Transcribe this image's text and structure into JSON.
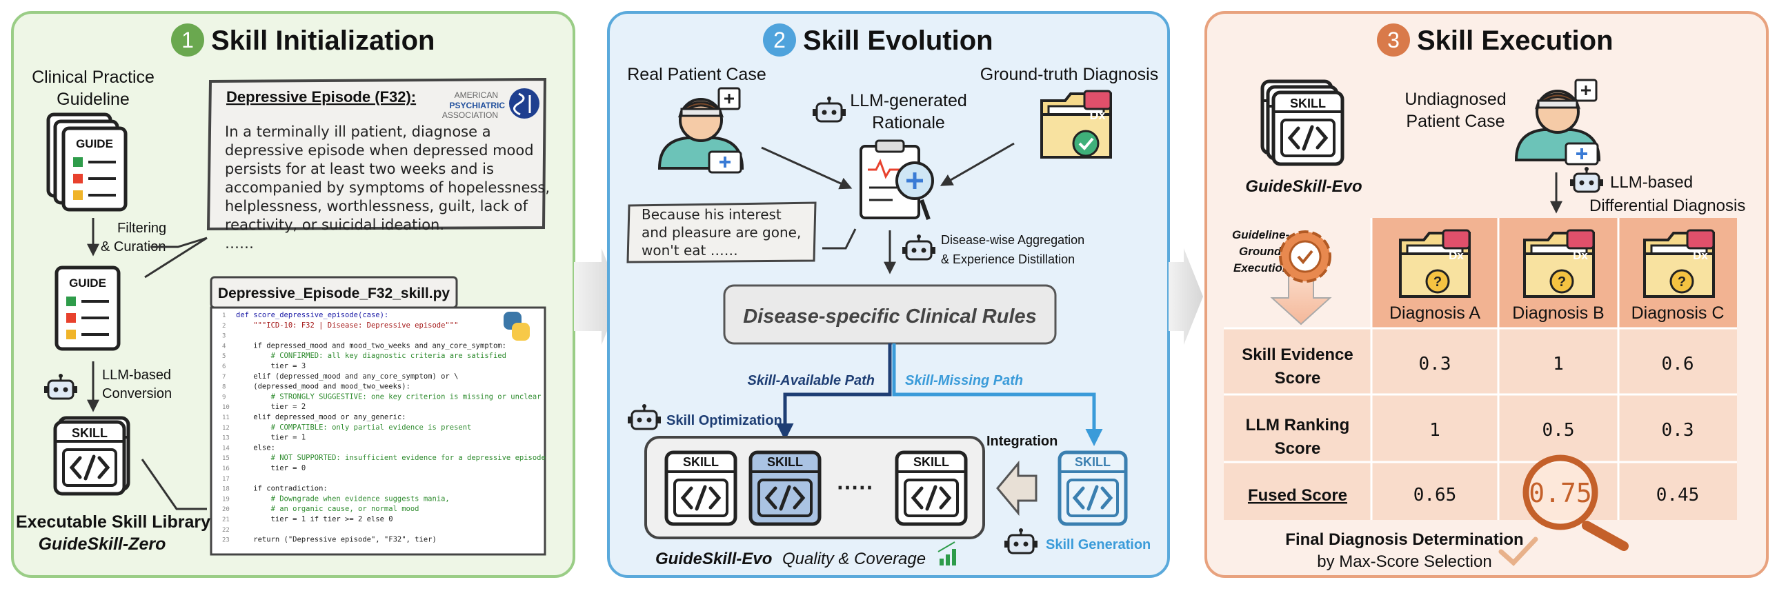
{
  "panel1": {
    "number": "1",
    "title": "Skill Initialization",
    "guideline_label_1": "Clinical Practice",
    "guideline_label_2": "Guideline",
    "guide_text": "GUIDE",
    "filter_1": "Filtering",
    "filter_2": "& Curation",
    "conv_1": "LLM-based",
    "conv_2": "Conversion",
    "skill_text": "SKILL",
    "library_1": "Executable Skill Library",
    "library_2": "GuideSkill-Zero",
    "card": {
      "title": "Depressive Episode (F32):",
      "logo_1": "AMERICAN",
      "logo_2": "PSYCHIATRIC",
      "logo_3": "ASSOCIATION",
      "lines": [
        "In a terminally ill patient, diagnose a",
        "depressive episode when depressed mood",
        "persists for at least two weeks and is",
        "accompanied by symptoms of hopelessness,",
        "helplessness, worthlessness, guilt, lack of",
        "reactivity, or suicidal ideation.",
        "……"
      ]
    },
    "code_file": "Depressive_Episode_F32_skill.py",
    "code_lines": [
      {
        "n": "1",
        "t": "def score_depressive_episode(case):",
        "c": "def"
      },
      {
        "n": "2",
        "t": "    \"\"\"ICD-10: F32 | Disease: Depressive episode\"\"\"",
        "c": "str"
      },
      {
        "n": "3",
        "t": "",
        "c": "plain"
      },
      {
        "n": "4",
        "t": "    if depressed_mood and mood_two_weeks and any_core_symptom:",
        "c": "plain"
      },
      {
        "n": "5",
        "t": "        # CONFIRMED: all key diagnostic criteria are satisfied",
        "c": "com"
      },
      {
        "n": "6",
        "t": "        tier = 3",
        "c": "plain"
      },
      {
        "n": "7",
        "t": "    elif (depressed_mood and any_core_symptom) or \\",
        "c": "plain"
      },
      {
        "n": "8",
        "t": "    (depressed_mood and mood_two_weeks):",
        "c": "plain"
      },
      {
        "n": "9",
        "t": "        # STRONGLY SUGGESTIVE: one key criterion is missing or unclear",
        "c": "com"
      },
      {
        "n": "10",
        "t": "        tier = 2",
        "c": "plain"
      },
      {
        "n": "11",
        "t": "    elif depressed_mood or any_generic:",
        "c": "plain"
      },
      {
        "n": "12",
        "t": "        # COMPATIBLE: only partial evidence is present",
        "c": "com"
      },
      {
        "n": "13",
        "t": "        tier = 1",
        "c": "plain"
      },
      {
        "n": "14",
        "t": "    else:",
        "c": "plain"
      },
      {
        "n": "15",
        "t": "        # NOT SUPPORTED: insufficient evidence for a depressive episode",
        "c": "com"
      },
      {
        "n": "16",
        "t": "        tier = 0",
        "c": "plain"
      },
      {
        "n": "17",
        "t": "",
        "c": "plain"
      },
      {
        "n": "18",
        "t": "    if contradiction:",
        "c": "plain"
      },
      {
        "n": "19",
        "t": "        # Downgrade when evidence suggests mania,",
        "c": "com"
      },
      {
        "n": "20",
        "t": "        # an organic cause, or normal mood",
        "c": "com"
      },
      {
        "n": "21",
        "t": "        tier = 1 if tier >= 2 else 0",
        "c": "plain"
      },
      {
        "n": "22",
        "t": "",
        "c": "plain"
      },
      {
        "n": "23",
        "t": "    return (\"Depressive episode\", \"F32\", tier)",
        "c": "plain"
      }
    ]
  },
  "panel2": {
    "number": "2",
    "title": "Skill Evolution",
    "real_case": "Real Patient Case",
    "rationale_1": "LLM-generated",
    "rationale_2": "Rationale",
    "ground_truth": "Ground-truth Diagnosis",
    "dx": "Dx",
    "note_lines": [
      "Because his interest",
      "and pleasure are gone,",
      "won't eat ……"
    ],
    "agg_1": "Disease-wise Aggregation",
    "agg_2": "& Experience Distillation",
    "rules": "Disease-specific Clinical Rules",
    "available_path": "Skill-Available Path",
    "missing_path": "Skill-Missing Path",
    "optimization": "Skill Optimization",
    "integration": "Integration",
    "generation": "Skill Generation",
    "skill_text": "SKILL",
    "dots": "·····",
    "evo": "GuideSkill-Evo",
    "quality": "Quality & Coverage"
  },
  "panel3": {
    "number": "3",
    "title": "Skill Execution",
    "skill_text": "SKILL",
    "evo": "GuideSkill-Evo",
    "undiag_1": "Undiagnosed",
    "undiag_2": "Patient Case",
    "diff_1": "LLM-based",
    "diff_2": "Differential Diagnosis",
    "grounded": [
      "Guideline-",
      "Grounded",
      "Execution"
    ],
    "dx": "Dx",
    "diagnoses": [
      "Diagnosis A",
      "Diagnosis B",
      "Diagnosis C"
    ],
    "rows": [
      {
        "label_1": "Skill Evidence",
        "label_2": "Score",
        "values": [
          "0.3",
          "1",
          "0.6"
        ]
      },
      {
        "label_1": "LLM Ranking",
        "label_2": "Score",
        "values": [
          "1",
          "0.5",
          "0.3"
        ]
      },
      {
        "label_1": "Fused Score",
        "label_2": "",
        "values": [
          "0.65",
          "0.75",
          "0.45"
        ]
      }
    ],
    "final_1": "Final Diagnosis Determination",
    "final_2": "by Max-Score Selection"
  },
  "colors": {
    "green": "#9ACD86",
    "green_bg": "#EEF6E6",
    "blue": "#5AA9DB",
    "blue_bg": "#E6F1FA",
    "orange": "#E8A27E",
    "orange_bg": "#FCEFE8",
    "dark_blue": "#1E3E74",
    "light_blue": "#3A9BD9",
    "table_header": "#F2B392"
  }
}
